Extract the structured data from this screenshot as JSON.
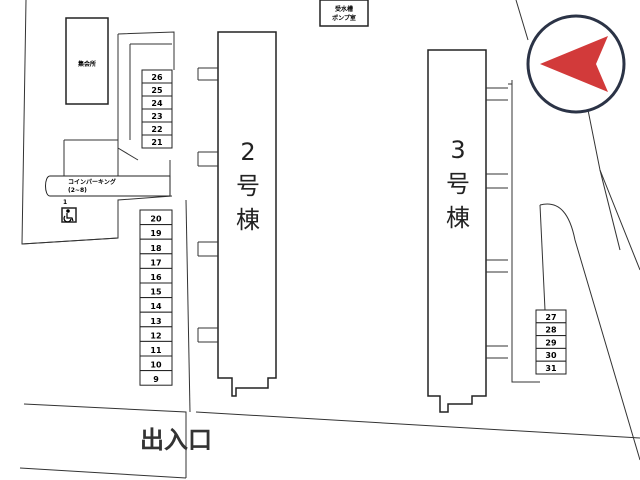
{
  "labels": {
    "meeting_hall": "集会所",
    "water_pump_line1": "受水槽",
    "water_pump_line2": "ポンプ室",
    "coin_parking_line1": "コインパーキング",
    "coin_parking_line2": "(2~8)",
    "handicap_space_number": "1",
    "entrance": "出入口"
  },
  "buildings": {
    "building2": [
      "2",
      "号",
      "棟"
    ],
    "building3": [
      "3",
      "号",
      "棟"
    ]
  },
  "parking": {
    "upper_left": [
      "26",
      "25",
      "24",
      "23",
      "22",
      "21"
    ],
    "lower_left": [
      "20",
      "19",
      "18",
      "17",
      "16",
      "15",
      "14",
      "13",
      "12",
      "11",
      "10",
      "9"
    ],
    "right": [
      "27",
      "28",
      "29",
      "30",
      "31"
    ]
  },
  "icons": {
    "compass": "compass-arrow-icon",
    "accessible": "wheelchair-icon"
  },
  "colors": {
    "compass_arrow": "#d23a3a",
    "compass_ring": "#2b3346",
    "lines": "#222222"
  }
}
